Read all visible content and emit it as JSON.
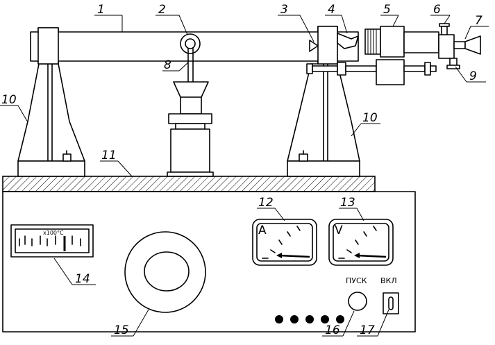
{
  "callouts": {
    "n1": "1",
    "n2": "2",
    "n3": "3",
    "n4": "4",
    "n5": "5",
    "n6": "6",
    "n7": "7",
    "n8": "8",
    "n9": "9",
    "n10a": "10",
    "n10b": "10",
    "n11": "11",
    "n12": "12",
    "n13": "13",
    "n14": "14",
    "n15": "15",
    "n16": "16",
    "n17": "17"
  },
  "panel": {
    "thermometer_scale": "x100°C",
    "ammeter_letter": "A",
    "voltmeter_letter": "V",
    "start_label": "ПУСК",
    "power_label": "ВКЛ"
  }
}
